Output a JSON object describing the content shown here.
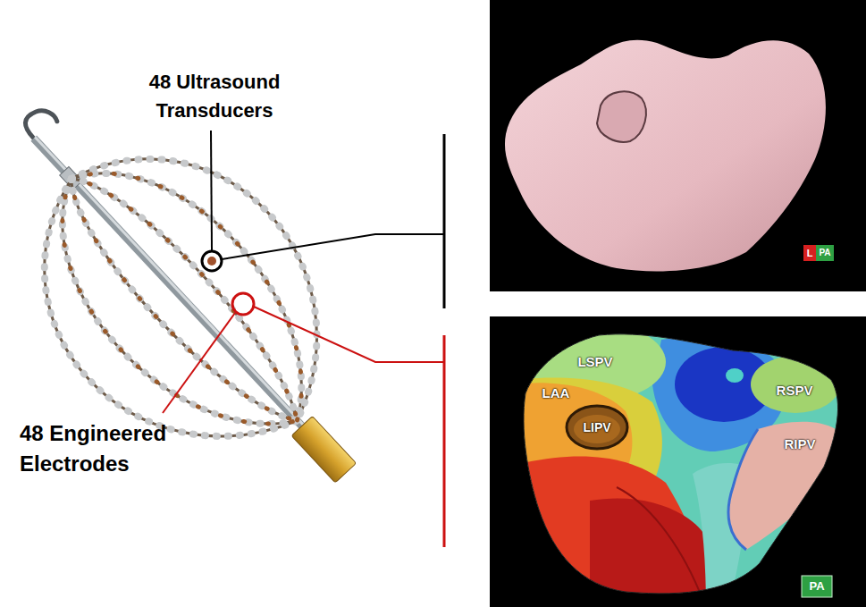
{
  "diagram": {
    "labels": [
      "48 Ultrasound Transducers",
      "48 Engineered Electrodes",
      "L",
      "PA",
      "LAA",
      "LIPV",
      "LSPV",
      "RSPV",
      "RIPV",
      "PA"
    ]
  }
}
